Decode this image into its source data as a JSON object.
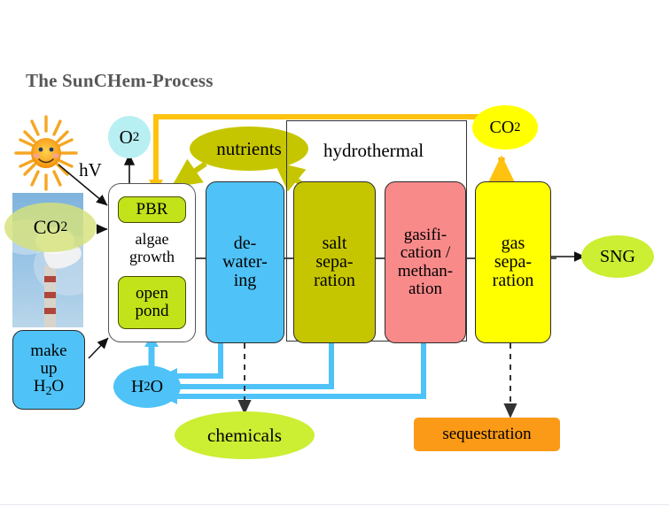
{
  "title": "The SunCHem-Process",
  "colors": {
    "algae_sub": "#c2e219",
    "dewatering": "#4fc3f7",
    "salt": "#c6c600",
    "gasification": "#f98a8a",
    "gas_separation": "#ffff00",
    "sng": "#ccee33",
    "chemicals": "#ccee33",
    "sequestration": "#fb9a16",
    "water": "#4fc3f7",
    "o2": "#b8eff2",
    "co2_out": "#ffff00",
    "co2_in": "#d6e27a",
    "nutrients": "#c6c600",
    "recycle_line": "#ffc20e",
    "title_color": "#57575a"
  },
  "process_boxes": [
    {
      "id": "algae",
      "label": "algae\ngrowth"
    },
    {
      "id": "dewatering",
      "label": "de-\nwater-\ning"
    },
    {
      "id": "salt",
      "label": "salt\nsepa-\nration"
    },
    {
      "id": "gasification",
      "label": "gasifi-\ncation /\nmethan-\nation"
    },
    {
      "id": "gas_sep",
      "label": "gas\nsepa-\nration"
    }
  ],
  "sub_boxes": [
    {
      "id": "pbr",
      "label": "PBR"
    },
    {
      "id": "openpond",
      "label": "open\npond"
    }
  ],
  "frame": {
    "label": "hydrothermal"
  },
  "inputs": {
    "sun_label": "hV",
    "co2_source": "CO2",
    "makeup_water": "make\nup\nH2O"
  },
  "streams": {
    "o2": "O2",
    "nutrients": "nutrients",
    "co2_recycle": "CO2",
    "water_recycle": "H2O",
    "sng": "SNG",
    "chemicals": "chemicals",
    "sequestration": "sequestration"
  }
}
